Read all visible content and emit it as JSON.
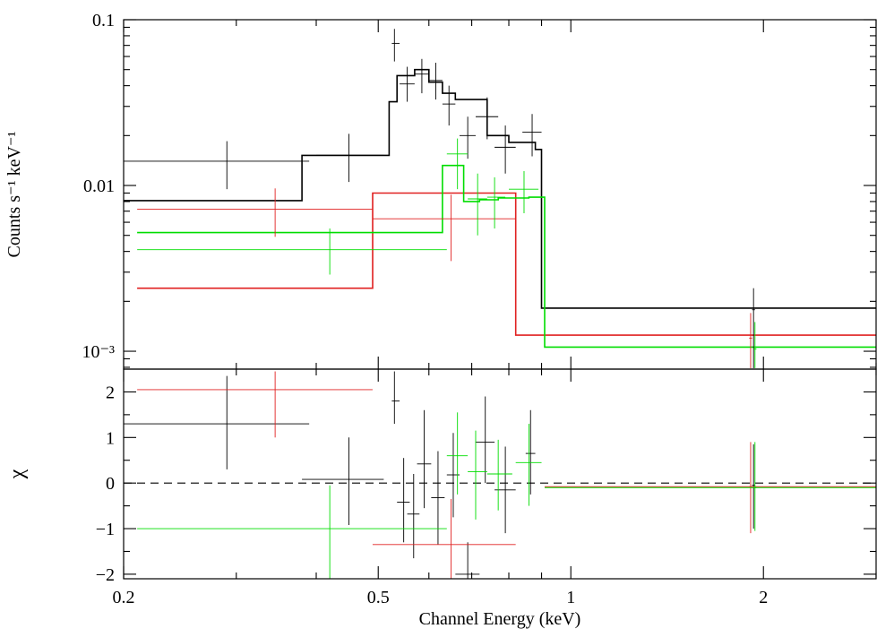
{
  "chart_data": [
    {
      "type": "line",
      "panel": "spectrum",
      "ylabel": "Counts s⁻¹ keV⁻¹",
      "xlabel": "",
      "xscale": "log",
      "yscale": "log",
      "xlim": [
        0.2,
        3.0
      ],
      "ylim": [
        0.00078,
        0.1
      ],
      "x_ticks": [
        {
          "value": 0.2,
          "label": ""
        },
        {
          "value": 0.5,
          "label": ""
        },
        {
          "value": 1,
          "label": ""
        },
        {
          "value": 2,
          "label": ""
        }
      ],
      "y_ticks": [
        {
          "value": 0.1,
          "label": "0.1"
        },
        {
          "value": 0.01,
          "label": "0.01"
        },
        {
          "value": 0.001,
          "label": "10⁻³"
        }
      ],
      "model_series": [
        {
          "color": "#000000",
          "steps": [
            [
              0.2,
              0.0081
            ],
            [
              0.38,
              0.0081
            ],
            [
              0.38,
              0.0152
            ],
            [
              0.52,
              0.0152
            ],
            [
              0.52,
              0.032
            ],
            [
              0.535,
              0.032
            ],
            [
              0.535,
              0.046
            ],
            [
              0.57,
              0.046
            ],
            [
              0.57,
              0.05
            ],
            [
              0.6,
              0.05
            ],
            [
              0.6,
              0.042
            ],
            [
              0.63,
              0.042
            ],
            [
              0.63,
              0.036
            ],
            [
              0.66,
              0.036
            ],
            [
              0.66,
              0.033
            ],
            [
              0.74,
              0.033
            ],
            [
              0.74,
              0.02
            ],
            [
              0.8,
              0.02
            ],
            [
              0.8,
              0.0182
            ],
            [
              0.88,
              0.0182
            ],
            [
              0.88,
              0.0165
            ],
            [
              0.9,
              0.0165
            ],
            [
              0.9,
              0.00182
            ],
            [
              3.0,
              0.00182
            ]
          ]
        },
        {
          "color": "#e02020",
          "steps": [
            [
              0.21,
              0.0024
            ],
            [
              0.49,
              0.0024
            ],
            [
              0.49,
              0.009
            ],
            [
              0.82,
              0.009
            ],
            [
              0.82,
              0.00125
            ],
            [
              3.0,
              0.00125
            ]
          ]
        },
        {
          "color": "#00dd00",
          "steps": [
            [
              0.21,
              0.0052
            ],
            [
              0.63,
              0.0052
            ],
            [
              0.63,
              0.0132
            ],
            [
              0.68,
              0.0132
            ],
            [
              0.68,
              0.008
            ],
            [
              0.72,
              0.008
            ],
            [
              0.72,
              0.0082
            ],
            [
              0.77,
              0.0082
            ],
            [
              0.77,
              0.0084
            ],
            [
              0.86,
              0.0084
            ],
            [
              0.86,
              0.0085
            ],
            [
              0.91,
              0.0085
            ],
            [
              0.91,
              0.00106
            ],
            [
              3.0,
              0.00106
            ]
          ]
        }
      ],
      "data_series": [
        {
          "color": "#000000",
          "points": [
            {
              "x": 0.29,
              "xlo": 0.2,
              "xhi": 0.39,
              "y": 0.014,
              "ylo": 0.0095,
              "yhi": 0.0185
            },
            {
              "x": 0.45,
              "xlo": 0.4,
              "xhi": 0.51,
              "y": 0.0152,
              "ylo": 0.0105,
              "yhi": 0.0205
            },
            {
              "x": 0.53,
              "xlo": 0.525,
              "xhi": 0.54,
              "y": 0.072,
              "ylo": 0.056,
              "yhi": 0.088
            },
            {
              "x": 0.555,
              "xlo": 0.54,
              "xhi": 0.57,
              "y": 0.041,
              "ylo": 0.032,
              "yhi": 0.052
            },
            {
              "x": 0.585,
              "xlo": 0.57,
              "xhi": 0.6,
              "y": 0.047,
              "ylo": 0.036,
              "yhi": 0.058
            },
            {
              "x": 0.615,
              "xlo": 0.6,
              "xhi": 0.63,
              "y": 0.043,
              "ylo": 0.033,
              "yhi": 0.055
            },
            {
              "x": 0.645,
              "xlo": 0.63,
              "xhi": 0.66,
              "y": 0.031,
              "ylo": 0.023,
              "yhi": 0.04
            },
            {
              "x": 0.69,
              "xlo": 0.67,
              "xhi": 0.71,
              "y": 0.02,
              "ylo": 0.0145,
              "yhi": 0.026
            },
            {
              "x": 0.74,
              "xlo": 0.71,
              "xhi": 0.77,
              "y": 0.026,
              "ylo": 0.019,
              "yhi": 0.034
            },
            {
              "x": 0.79,
              "xlo": 0.76,
              "xhi": 0.82,
              "y": 0.017,
              "ylo": 0.0118,
              "yhi": 0.023
            },
            {
              "x": 0.87,
              "xlo": 0.84,
              "xhi": 0.9,
              "y": 0.021,
              "ylo": 0.015,
              "yhi": 0.027
            },
            {
              "x": 1.93,
              "xlo": 1.92,
              "xhi": 1.94,
              "y": 0.00178,
              "ylo": 0.00079,
              "yhi": 0.0024
            }
          ]
        },
        {
          "color": "#e02020",
          "points": [
            {
              "x": 0.345,
              "xlo": 0.21,
              "xhi": 0.49,
              "y": 0.0072,
              "ylo": 0.0049,
              "yhi": 0.0096
            },
            {
              "x": 0.65,
              "xlo": 0.49,
              "xhi": 0.82,
              "y": 0.0063,
              "ylo": 0.0035,
              "yhi": 0.0088
            },
            {
              "x": 1.91,
              "xlo": 1.9,
              "xhi": 1.92,
              "y": 0.0012,
              "ylo": 0.00079,
              "yhi": 0.0017
            }
          ]
        },
        {
          "color": "#00dd00",
          "points": [
            {
              "x": 0.42,
              "xlo": 0.21,
              "xhi": 0.64,
              "y": 0.0041,
              "ylo": 0.0029,
              "yhi": 0.0055
            },
            {
              "x": 0.665,
              "xlo": 0.64,
              "xhi": 0.69,
              "y": 0.0155,
              "ylo": 0.0095,
              "yhi": 0.0192
            },
            {
              "x": 0.715,
              "xlo": 0.69,
              "xhi": 0.74,
              "y": 0.0083,
              "ylo": 0.005,
              "yhi": 0.0118
            },
            {
              "x": 0.76,
              "xlo": 0.74,
              "xhi": 0.79,
              "y": 0.0085,
              "ylo": 0.0055,
              "yhi": 0.0112
            },
            {
              "x": 0.845,
              "xlo": 0.8,
              "xhi": 0.89,
              "y": 0.0095,
              "ylo": 0.0068,
              "yhi": 0.0122
            },
            {
              "x": 1.94,
              "xlo": 1.93,
              "xhi": 1.95,
              "y": 0.00103,
              "ylo": 0.00079,
              "yhi": 0.0015
            }
          ]
        }
      ]
    },
    {
      "type": "scatter",
      "panel": "residuals",
      "ylabel": "χ",
      "xlabel": "Channel Energy (keV)",
      "xscale": "log",
      "xlim": [
        0.2,
        3.0
      ],
      "ylim": [
        -2.1,
        2.5
      ],
      "x_ticks": [
        {
          "value": 0.2,
          "label": "0.2"
        },
        {
          "value": 0.5,
          "label": "0.5"
        },
        {
          "value": 1,
          "label": "1"
        },
        {
          "value": 2,
          "label": "2"
        }
      ],
      "y_ticks": [
        {
          "value": 2,
          "label": "2"
        },
        {
          "value": 1,
          "label": "1"
        },
        {
          "value": 0,
          "label": "0"
        },
        {
          "value": -1,
          "label": "−1"
        },
        {
          "value": -2,
          "label": "−2"
        }
      ],
      "zero_line": 0,
      "data_series": [
        {
          "color": "#000000",
          "points": [
            {
              "x": 0.29,
              "xlo": 0.2,
              "xhi": 0.39,
              "y": 1.3,
              "ylo": 0.3,
              "yhi": 2.35
            },
            {
              "x": 0.45,
              "xlo": 0.38,
              "xhi": 0.51,
              "y": 0.08,
              "ylo": -0.92,
              "yhi": 1.0
            },
            {
              "x": 0.53,
              "xlo": 0.525,
              "xhi": 0.54,
              "y": 1.8,
              "ylo": 1.3,
              "yhi": 2.45
            },
            {
              "x": 0.548,
              "xlo": 0.535,
              "xhi": 0.56,
              "y": -0.42,
              "ylo": -1.3,
              "yhi": 0.55
            },
            {
              "x": 0.568,
              "xlo": 0.555,
              "xhi": 0.58,
              "y": -0.68,
              "ylo": -1.65,
              "yhi": 0.2
            },
            {
              "x": 0.59,
              "xlo": 0.575,
              "xhi": 0.605,
              "y": 0.42,
              "ylo": -0.55,
              "yhi": 1.6
            },
            {
              "x": 0.62,
              "xlo": 0.605,
              "xhi": 0.635,
              "y": -0.32,
              "ylo": -1.35,
              "yhi": 0.7
            },
            {
              "x": 0.655,
              "xlo": 0.64,
              "xhi": 0.67,
              "y": 0.18,
              "ylo": -0.75,
              "yhi": 1.1
            },
            {
              "x": 0.69,
              "xlo": 0.66,
              "xhi": 0.72,
              "y": -2.0,
              "ylo": -2.1,
              "yhi": -1.3
            },
            {
              "x": 0.735,
              "xlo": 0.71,
              "xhi": 0.76,
              "y": 0.9,
              "ylo": 0.0,
              "yhi": 1.9
            },
            {
              "x": 0.79,
              "xlo": 0.76,
              "xhi": 0.82,
              "y": -0.15,
              "ylo": -1.1,
              "yhi": 0.8
            },
            {
              "x": 0.865,
              "xlo": 0.85,
              "xhi": 0.88,
              "y": 0.65,
              "ylo": -0.25,
              "yhi": 1.6
            },
            {
              "x": 1.93,
              "xlo": 1.92,
              "xhi": 1.94,
              "y": -0.05,
              "ylo": -1.0,
              "yhi": 0.85
            }
          ]
        },
        {
          "color": "#e02020",
          "points": [
            {
              "x": 0.345,
              "xlo": 0.21,
              "xhi": 0.49,
              "y": 2.05,
              "ylo": 1.0,
              "yhi": 2.45
            },
            {
              "x": 0.65,
              "xlo": 0.49,
              "xhi": 0.82,
              "y": -1.35,
              "ylo": -2.1,
              "yhi": -0.35
            },
            {
              "x": 1.91,
              "xlo": 1.9,
              "xhi": 1.92,
              "y": -0.08,
              "ylo": -1.1,
              "yhi": 0.9
            },
            {
              "x": 1.7,
              "xlo": 0.91,
              "xhi": 3.0,
              "y": -0.08,
              "ylo": -0.08,
              "yhi": -0.08
            }
          ]
        },
        {
          "color": "#00dd00",
          "points": [
            {
              "x": 0.42,
              "xlo": 0.21,
              "xhi": 0.64,
              "y": -1.0,
              "ylo": -2.1,
              "yhi": -0.05
            },
            {
              "x": 0.665,
              "xlo": 0.64,
              "xhi": 0.69,
              "y": 0.6,
              "ylo": -0.25,
              "yhi": 1.55
            },
            {
              "x": 0.71,
              "xlo": 0.69,
              "xhi": 0.74,
              "y": 0.25,
              "ylo": -0.8,
              "yhi": 1.15
            },
            {
              "x": 0.77,
              "xlo": 0.74,
              "xhi": 0.81,
              "y": 0.2,
              "ylo": -0.6,
              "yhi": 0.95
            },
            {
              "x": 0.86,
              "xlo": 0.82,
              "xhi": 0.9,
              "y": 0.45,
              "ylo": -0.5,
              "yhi": 1.3
            },
            {
              "x": 1.94,
              "xlo": 1.93,
              "xhi": 1.95,
              "y": -0.1,
              "ylo": -1.05,
              "yhi": 0.9
            },
            {
              "x": 1.7,
              "xlo": 0.91,
              "xhi": 3.0,
              "y": -0.1,
              "ylo": -0.1,
              "yhi": -0.1
            }
          ]
        }
      ]
    }
  ]
}
